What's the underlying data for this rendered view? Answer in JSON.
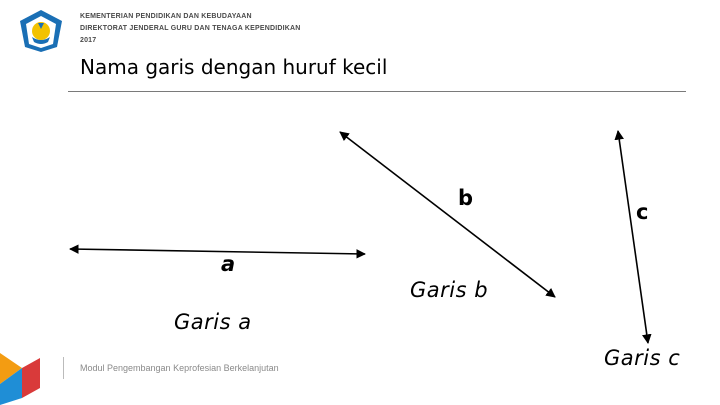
{
  "header": {
    "org_line1": "KEMENTERIAN PENDIDIKAN DAN KEBUDAYAAN",
    "org_line2": "DIREKTORAT JENDERAL GURU DAN TENAGA KEPENDIDIKAN",
    "org_line3": "2017",
    "logo_icon": "tut-wuri-handayani-logo-icon"
  },
  "slide": {
    "title": "Nama garis dengan huruf  kecil"
  },
  "lines": [
    {
      "letter": "a",
      "caption": "Garis  a"
    },
    {
      "letter": "b",
      "caption": "Garis  b"
    },
    {
      "letter": "c",
      "caption": "Garis  c"
    }
  ],
  "footer": {
    "text": "Modul Pengembangan Keprofesian Berkelanjutan",
    "colors": {
      "orange": "#f39c12",
      "blue": "#1f8ed6",
      "red": "#d93a3a"
    }
  },
  "colors": {
    "line": "#000000",
    "title": "#000000",
    "logo_blue": "#1a6fb5"
  }
}
